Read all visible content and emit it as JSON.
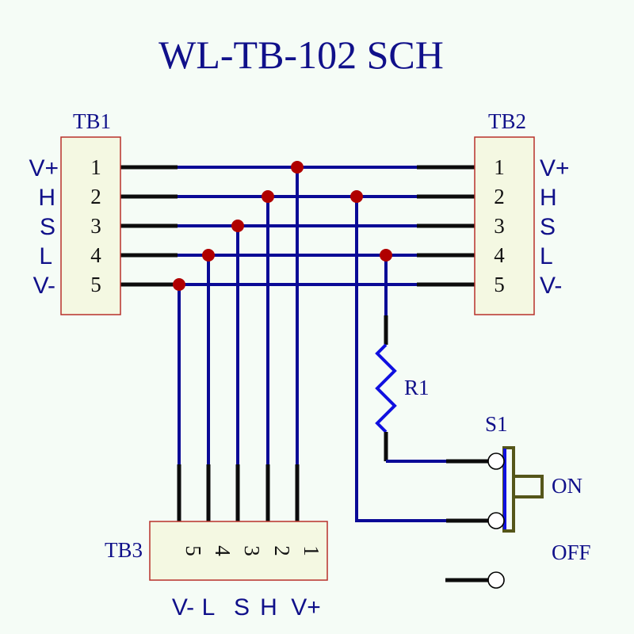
{
  "title": "WL-TB-102 SCH",
  "colors": {
    "background": "#f5fcf6",
    "wire": "#0a0a96",
    "lead": "#0c0c0c",
    "junction": "#b00000",
    "connector_fill": "#f4f8e2",
    "connector_border": "#b8302a",
    "label_text": "#10108a",
    "resistor": "#1010e0",
    "switch_body": "#55561a"
  },
  "tb1": {
    "ref": "TB1",
    "pins": [
      "1",
      "2",
      "3",
      "4",
      "5"
    ],
    "signals": [
      "V+",
      "H",
      "S",
      "L",
      "V-"
    ]
  },
  "tb2": {
    "ref": "TB2",
    "pins": [
      "1",
      "2",
      "3",
      "4",
      "5"
    ],
    "signals": [
      "V+",
      "H",
      "S",
      "L",
      "V-"
    ]
  },
  "tb3": {
    "ref": "TB3",
    "pins": [
      "5",
      "4",
      "3",
      "2",
      "1"
    ],
    "signals": [
      "V-",
      "L",
      "S",
      "H",
      "V+"
    ]
  },
  "r1": {
    "ref": "R1",
    "net": "L"
  },
  "s1": {
    "ref": "S1",
    "on_label": "ON",
    "off_label": "OFF",
    "state": "ON",
    "net": "H"
  },
  "nets": [
    "V+",
    "H",
    "S",
    "L",
    "V-"
  ]
}
